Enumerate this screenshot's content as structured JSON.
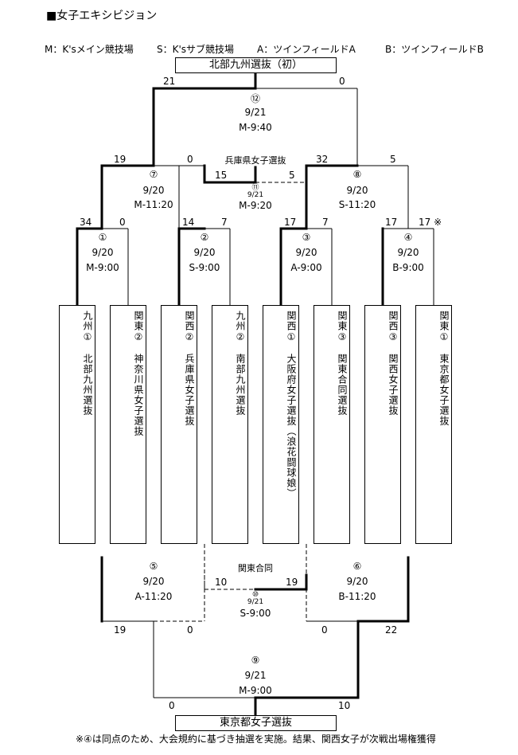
{
  "title": "■女子エキシビジョン",
  "legend": [
    "M：K'sメイン競技場",
    "S：K'sサブ競技場",
    "A：ツインフィールドA",
    "B：ツインフィールドB"
  ],
  "champion_top": "北部九州選抜（初）",
  "champion_bottom": "東京都女子選抜",
  "third_top": "兵庫県女子選抜",
  "third_bottom": "関東合同",
  "teams": [
    {
      "region": "九州①",
      "name": "北部九州選抜"
    },
    {
      "region": "関東②",
      "name": "神奈川県女子選抜"
    },
    {
      "region": "関西②",
      "name": "兵庫県女子選抜"
    },
    {
      "region": "九州②",
      "name": "南部九州選抜"
    },
    {
      "region": "関西①",
      "name": "大阪府女子選抜（浪花闘球娘）"
    },
    {
      "region": "関東③",
      "name": "関東合同選抜"
    },
    {
      "region": "関西③",
      "name": "関西女子選抜"
    },
    {
      "region": "関東①",
      "name": "東京都女子選抜"
    }
  ],
  "matches": {
    "m1": {
      "no": "①",
      "date": "9/20",
      "venue": "M-9:00",
      "left": "34",
      "right": "0"
    },
    "m2": {
      "no": "②",
      "date": "9/20",
      "venue": "S-9:00",
      "left": "14",
      "right": "7"
    },
    "m3": {
      "no": "③",
      "date": "9/20",
      "venue": "A-9:00",
      "left": "17",
      "right": "7"
    },
    "m4": {
      "no": "④",
      "date": "9/20",
      "venue": "B-9:00",
      "left": "17",
      "right": "17 ※"
    },
    "m7": {
      "no": "⑦",
      "date": "9/20",
      "venue": "M-11:20",
      "left": "19",
      "right": "0"
    },
    "m8": {
      "no": "⑧",
      "date": "9/20",
      "venue": "S-11:20",
      "left": "32",
      "right": "5"
    },
    "m11": {
      "no": "⑪",
      "date": "9/21",
      "venue": "M-9:20",
      "left": "15",
      "right": "5"
    },
    "m12": {
      "no": "⑫",
      "date": "9/21",
      "venue": "M-9:40",
      "left": "21",
      "right": "0"
    },
    "m5": {
      "no": "⑤",
      "date": "9/20",
      "venue": "A-11:20",
      "left": "19",
      "right": "0"
    },
    "m6": {
      "no": "⑥",
      "date": "9/20",
      "venue": "B-11:20",
      "left": "0",
      "right": "22"
    },
    "m10": {
      "no": "⑩",
      "date": "9/21",
      "venue": "S-9:00",
      "left": "10",
      "right": "19"
    },
    "m9": {
      "no": "⑨",
      "date": "9/21",
      "venue": "M-9:00",
      "left": "0",
      "right": "10"
    }
  },
  "footnote": "※④は同点のため、大会規約に基づき抽選を実施。結果、関西女子が次戦出場権獲得"
}
